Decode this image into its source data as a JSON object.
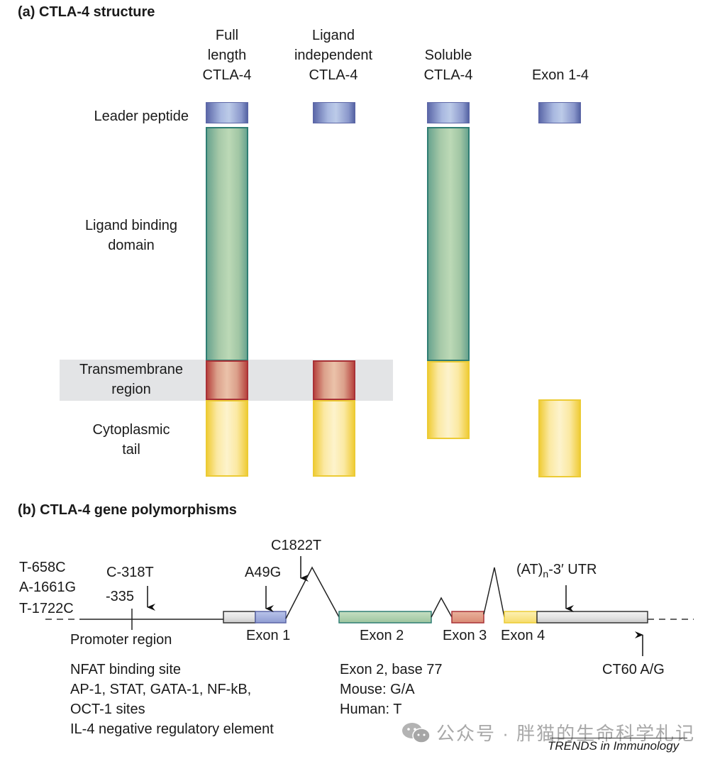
{
  "panel_a": {
    "title": "(a) CTLA-4 structure",
    "columns": [
      {
        "header": [
          "Full",
          "length",
          "CTLA-4"
        ],
        "domains": [
          "leader",
          "ligand",
          "tm",
          "cyto"
        ]
      },
      {
        "header": [
          "Ligand",
          "independent",
          "CTLA-4"
        ],
        "domains": [
          "leader",
          "tm",
          "cyto"
        ]
      },
      {
        "header": [
          "Soluble",
          "CTLA-4"
        ],
        "domains": [
          "leader",
          "ligand",
          "cyto"
        ]
      },
      {
        "header": [
          "Exon 1-4"
        ],
        "domains": [
          "leader",
          "cyto"
        ]
      }
    ],
    "row_labels": {
      "leader": "Leader peptide",
      "ligand": [
        "Ligand binding",
        "domain"
      ],
      "tm": [
        "Transmembrane",
        "region"
      ],
      "cyto": [
        "Cytoplasmic",
        "tail"
      ]
    },
    "colors": {
      "leader": "#8f9dd3",
      "ligand": "#a8cba9",
      "tm": "#d9907d",
      "cyto": "#fbe9a3",
      "membrane": "#e3e4e6"
    }
  },
  "panel_b": {
    "title": "(b) CTLA-4 gene polymorphisms",
    "left_snps": [
      "T-658C",
      "A-1661G",
      "T-1722C"
    ],
    "c318": "C-318T",
    "m335": "-335",
    "a49g": "A49G",
    "c1822t": "C1822T",
    "at_utr": {
      "prefix": "(AT)",
      "sub": "n",
      "suffix": "-3′ UTR"
    },
    "exons": [
      "Exon 1",
      "Exon 2",
      "Exon 3",
      "Exon 4"
    ],
    "promoter_label": "Promoter region",
    "promoter_notes": [
      "NFAT binding site",
      "AP-1, STAT, GATA-1, NF-kB,",
      "OCT-1 sites",
      "IL-4 negative regulatory element"
    ],
    "exon2_notes": [
      "Exon 2, base 77",
      "Mouse: G/A",
      "Human: T"
    ],
    "ct60": "CT60 A/G"
  },
  "footer": {
    "watermark": "公众号 · 胖猫的生命科学札记",
    "journal": "TRENDS in Immunology"
  }
}
